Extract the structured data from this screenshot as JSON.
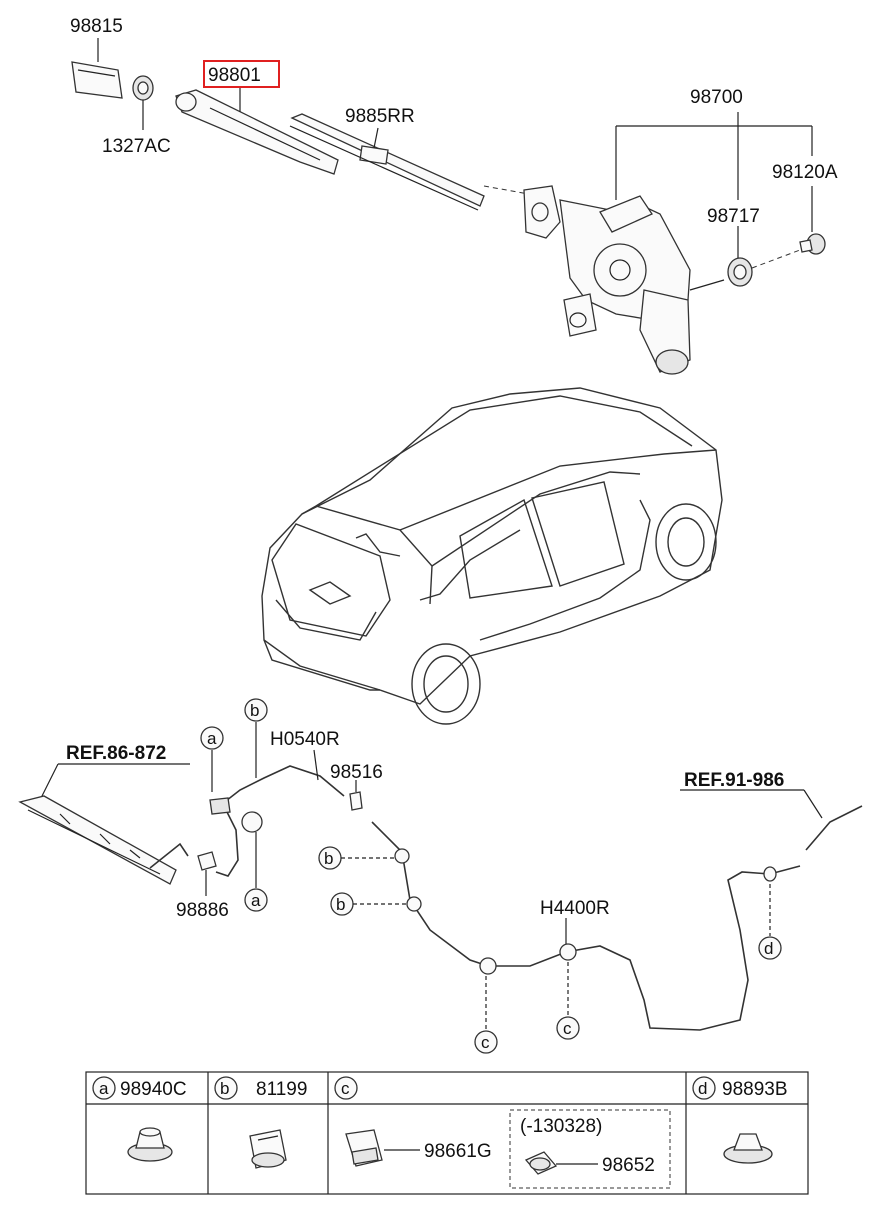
{
  "callouts": {
    "c98815": "98815",
    "c1327AC": "1327AC",
    "c98801": "98801",
    "c9885RR": "9885RR",
    "c98700": "98700",
    "c98120A": "98120A",
    "c98717": "98717",
    "ref86": "REF.86-872",
    "c98886": "98886",
    "cH0540R": "H0540R",
    "c98516": "98516",
    "ref91": "REF.91-986",
    "cH4400R": "H4400R"
  },
  "markers": {
    "a": "a",
    "b": "b",
    "c": "c",
    "d": "d"
  },
  "legend": {
    "a_code": "98940C",
    "b_code": "81199",
    "c_code": "98661G",
    "c_sub_note": "(-130328)",
    "c_sub_code": "98652",
    "d_code": "98893B"
  },
  "colors": {
    "highlight": "#e02020",
    "line": "#222222"
  }
}
